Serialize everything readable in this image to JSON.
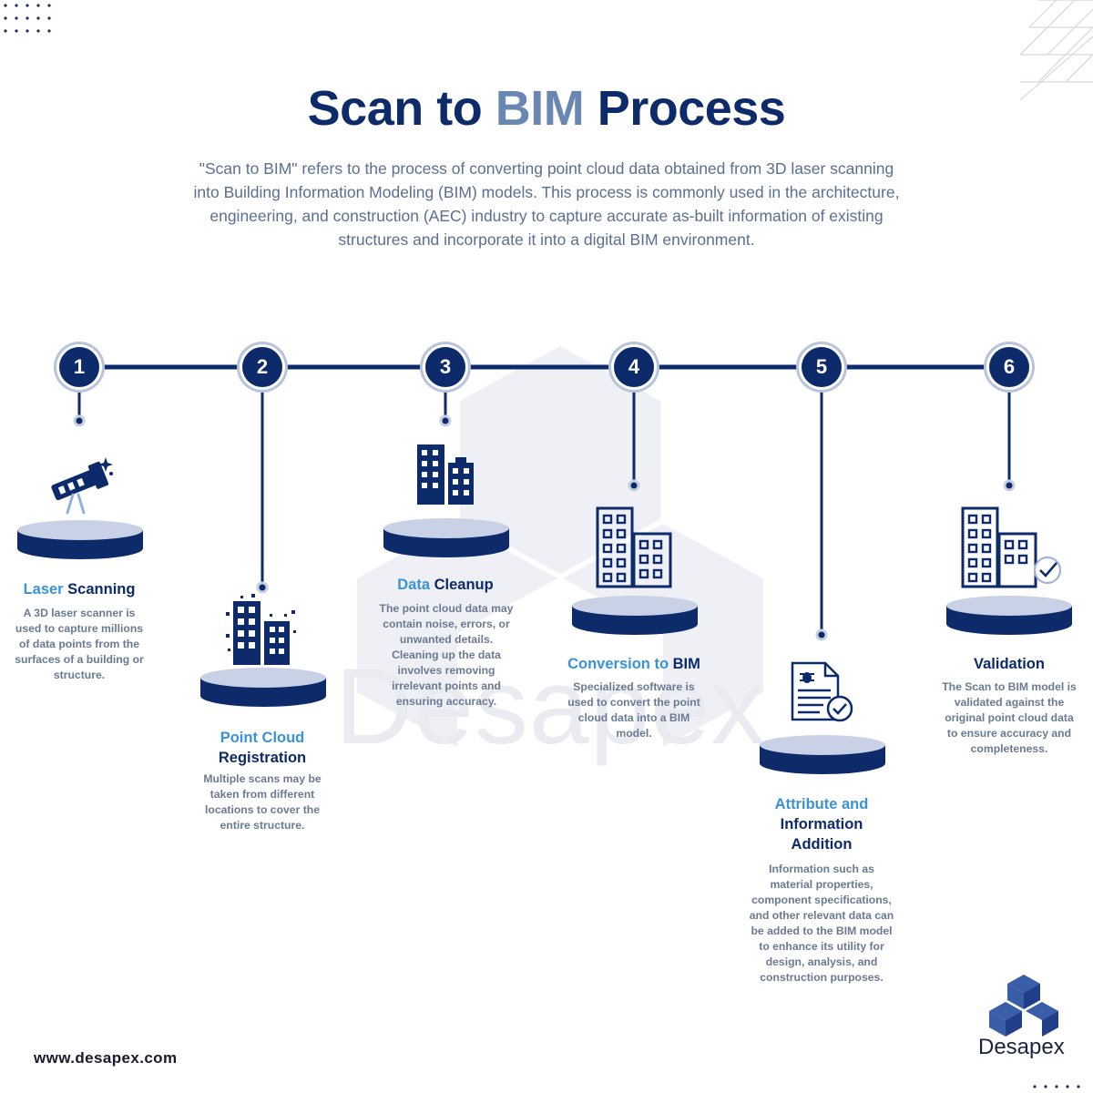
{
  "title": {
    "part1": "Scan to ",
    "accent": "BIM",
    "part2": " Process"
  },
  "intro": "\"Scan to BIM\" refers to the process of converting point cloud data obtained from 3D laser scanning into Building Information Modeling (BIM) models. This process is commonly used in the architecture, engineering, and construction (AEC) industry to capture accurate as-built information of existing structures and incorporate it into a digital BIM environment.",
  "steps": [
    {
      "number": "1",
      "title_light": "Laser",
      "title_dark": " Scanning",
      "title_dark2": "",
      "desc": "A 3D laser scanner is used to capture millions of data points from the surfaces of a building or structure.",
      "icon": "laser-scanner-icon"
    },
    {
      "number": "2",
      "title_light": "Point Cloud",
      "title_dark": "Registration",
      "title_dark2": "",
      "desc": "Multiple scans may be taken from different locations to cover the entire structure.",
      "icon": "point-cloud-building-icon"
    },
    {
      "number": "3",
      "title_light": "Data",
      "title_dark": " Cleanup",
      "title_dark2": "",
      "desc": "The point cloud data may contain noise, errors, or unwanted details. Cleaning up the data involves removing irrelevant points and ensuring accuracy.",
      "icon": "buildings-icon"
    },
    {
      "number": "4",
      "title_light": "Conversion to",
      "title_dark": " BIM",
      "title_dark2": "",
      "desc": "Specialized software is used to convert the point cloud data into a BIM model.",
      "icon": "buildings-icon"
    },
    {
      "number": "5",
      "title_light": "Attribute and",
      "title_dark": "Information",
      "title_dark2": "Addition",
      "desc": "Information such as material properties, component specifications, and other relevant data can be added to the BIM model to enhance its utility for design, analysis, and construction purposes.",
      "icon": "document-check-icon"
    },
    {
      "number": "6",
      "title_light": "",
      "title_dark": "Validation",
      "title_dark2": "",
      "desc": "The Scan to BIM model is validated against the original point cloud data to ensure accuracy and completeness.",
      "icon": "building-check-icon"
    }
  ],
  "footer": {
    "website": "www.desapex.com",
    "brand": "Desapex",
    "watermark": "Desapex"
  },
  "colors": {
    "navy": "#0d2a6b",
    "light_blue": "#3a92d8",
    "muted": "#6a86b3",
    "text": "#6b7a92"
  }
}
